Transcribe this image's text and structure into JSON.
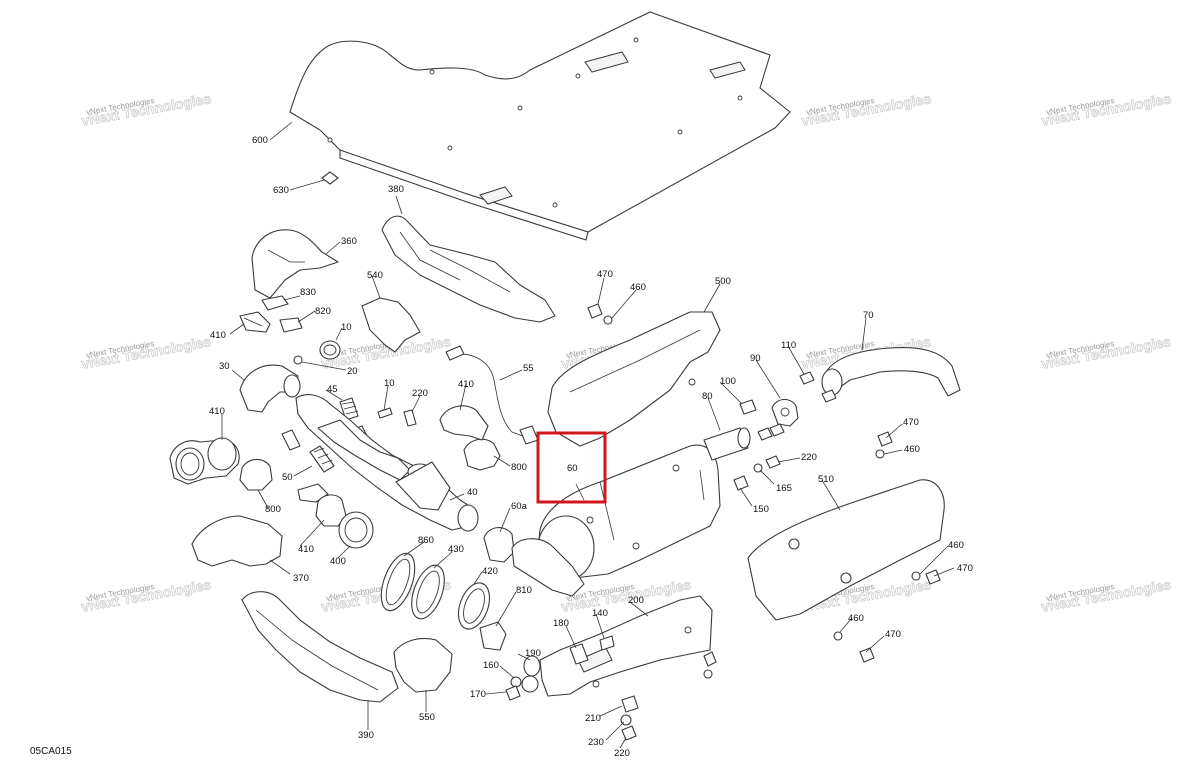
{
  "watermark": "vNext Technologies",
  "figure_code": "05CA015",
  "highlight_color": "#d0161c",
  "highlighted_callout": "60",
  "callouts": {
    "c600": "600",
    "c630": "630",
    "c380": "380",
    "c360": "360",
    "c830": "830",
    "c820": "820",
    "c410a": "410",
    "c10a": "10",
    "c20": "20",
    "c540": "540",
    "c30": "30",
    "c45": "45",
    "c10b": "10",
    "c220a": "220",
    "c410b": "410",
    "c55": "55",
    "c470a": "470",
    "c460a": "460",
    "c500": "500",
    "c70": "70",
    "c110": "110",
    "c90": "90",
    "c100": "100",
    "c80": "80",
    "c220b": "220",
    "c165": "165",
    "c150": "150",
    "c510": "510",
    "c470b": "470",
    "c460b": "460",
    "c410c": "410",
    "c50": "50",
    "c800a": "800",
    "c800b": "800",
    "c40": "40",
    "c60": "60",
    "c60a": "60a",
    "c410d": "410",
    "c400": "400",
    "c370": "370",
    "c860": "860",
    "c430": "430",
    "c420": "420",
    "c810": "810",
    "c200": "200",
    "c140": "140",
    "c180": "180",
    "c190": "190",
    "c160": "160",
    "c170": "170",
    "c210": "210",
    "c230": "230",
    "c220c": "220",
    "c390": "390",
    "c550": "550",
    "c460c": "460",
    "c470c": "470",
    "c460d": "460",
    "c470d": "470"
  }
}
